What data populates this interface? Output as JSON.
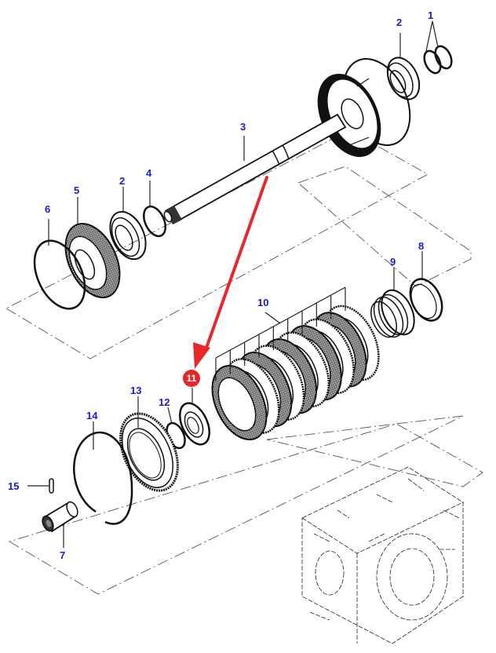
{
  "diagram": {
    "type": "exploded-parts-view",
    "callouts": [
      {
        "id": "c1",
        "label": "1"
      },
      {
        "id": "c2a",
        "label": "2"
      },
      {
        "id": "c3",
        "label": "3"
      },
      {
        "id": "c4",
        "label": "4"
      },
      {
        "id": "c2b",
        "label": "2"
      },
      {
        "id": "c5",
        "label": "5"
      },
      {
        "id": "c6",
        "label": "6"
      },
      {
        "id": "c8",
        "label": "8"
      },
      {
        "id": "c9",
        "label": "9"
      },
      {
        "id": "c10",
        "label": "10"
      },
      {
        "id": "c11",
        "label": "11"
      },
      {
        "id": "c12",
        "label": "12"
      },
      {
        "id": "c13",
        "label": "13"
      },
      {
        "id": "c14",
        "label": "14"
      },
      {
        "id": "c15",
        "label": "15"
      },
      {
        "id": "c7",
        "label": "7"
      }
    ],
    "highlight": {
      "label": "11",
      "color": "#e8272a"
    },
    "colors": {
      "callout": "#1a1ad6",
      "arrow": "#e8272a",
      "ink": "#111111"
    }
  }
}
